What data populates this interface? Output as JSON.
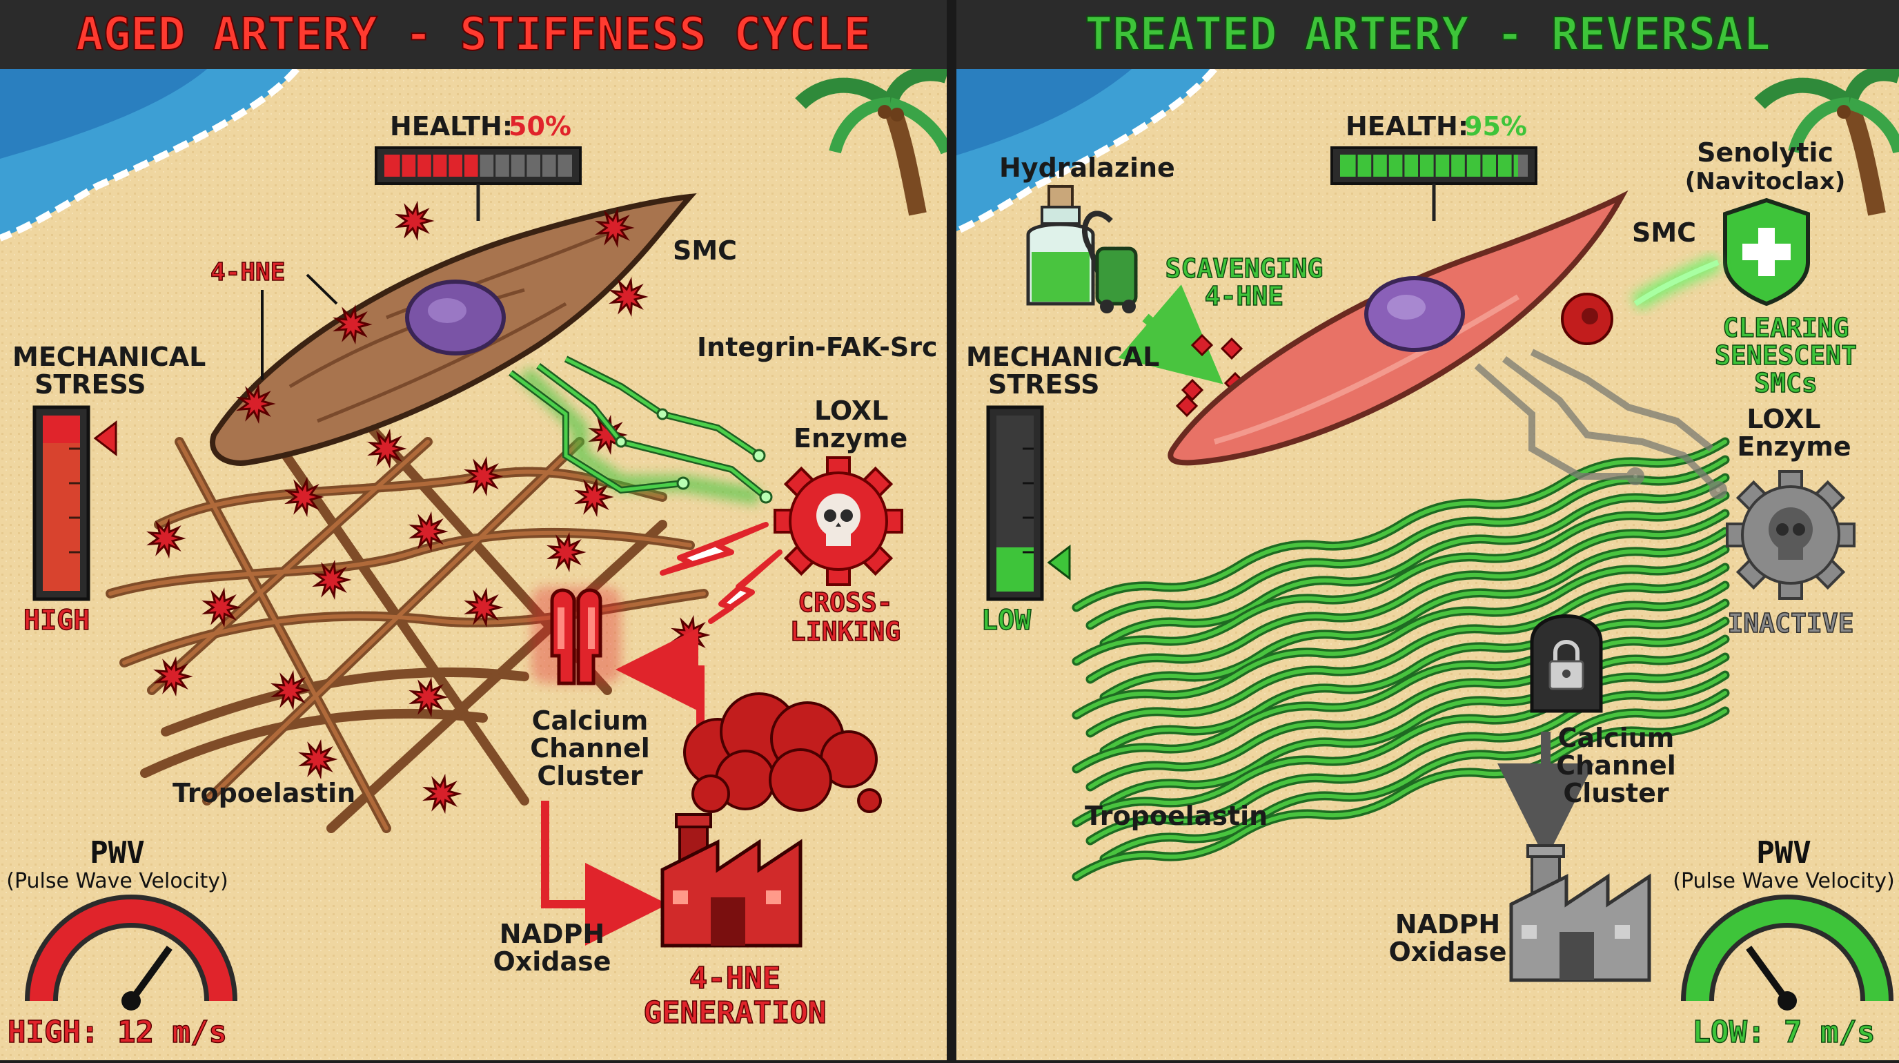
{
  "left": {
    "title": "AGED ARTERY - STIFFNESS CYCLE",
    "health_label": "HEALTH:",
    "health_value": "50%",
    "health_fraction": 0.5,
    "smc": "SMC",
    "hne_tag": "4-HNE",
    "pathway": "Integrin-FAK-Src",
    "mech_l1": "MECHANICAL",
    "mech_l2": "STRESS",
    "mech_level_text": "HIGH",
    "mech_fraction": 0.85,
    "loxl_l1": "LOXL",
    "loxl_l2": "Enzyme",
    "crosslink_l1": "CROSS-",
    "crosslink_l2": "LINKING",
    "calcium_l1": "Calcium",
    "calcium_l2": "Channel",
    "calcium_l3": "Cluster",
    "tropoelastin": "Tropoelastin",
    "nadph_l1": "NADPH",
    "nadph_l2": "Oxidase",
    "hne_gen_l1": "4-HNE",
    "hne_gen_l2": "GENERATION",
    "pwv": "PWV",
    "pwv_full": "(Pulse Wave Velocity)",
    "pwv_reading": "HIGH: 12 m/s",
    "pwv_fraction": 0.7
  },
  "right": {
    "title": "TREATED ARTERY - REVERSAL",
    "health_label": "HEALTH:",
    "health_value": "95%",
    "health_fraction": 0.95,
    "smc": "SMC",
    "hydralazine": "Hydralazine",
    "scavenging_l1": "SCAVENGING",
    "scavenging_l2": "4-HNE",
    "senolytic_l1": "Senolytic",
    "senolytic_l2": "(Navitoclax)",
    "clearing_l1": "CLEARING",
    "clearing_l2": "SENESCENT",
    "clearing_l3": "SMCs",
    "mech_l1": "MECHANICAL",
    "mech_l2": "STRESS",
    "mech_level_text": "LOW",
    "mech_fraction": 0.25,
    "loxl_l1": "LOXL",
    "loxl_l2": "Enzyme",
    "inactive": "INACTIVE",
    "calcium_l1": "Calcium",
    "calcium_l2": "Channel",
    "calcium_l3": "Cluster",
    "tropoelastin": "Tropoelastin",
    "nadph_l1": "NADPH",
    "nadph_l2": "Oxidase",
    "pwv": "PWV",
    "pwv_full": "(Pulse Wave Velocity)",
    "pwv_reading": "LOW: 7 m/s",
    "pwv_fraction": 0.3
  },
  "colors": {
    "aged_red": "#e0242b",
    "treated_green": "#3ec43a",
    "sand": "#efd6a0",
    "sea": "#3d9fd4",
    "title_bar": "#2b2b2b"
  }
}
